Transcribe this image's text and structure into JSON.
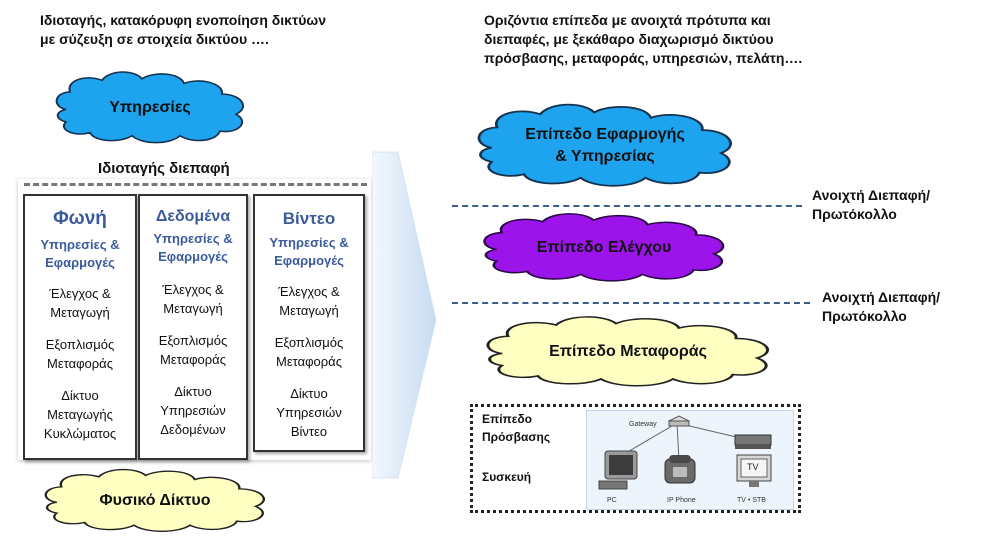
{
  "left_header": [
    "Ιδιοταγής, κατακόρυφη ενοποίηση δικτύων",
    "με σύζευξη σε στοιχεία δικτύου …."
  ],
  "right_header": [
    "Οριζόντια επίπεδα με ανοιχτά πρότυπα και",
    "διεπαφές, με ξεκάθαρο διαχωρισμό δικτύου",
    "πρόσβασης, μεταφοράς, υπηρεσιών, πελάτη…."
  ],
  "left": {
    "services_cloud": "Υπηρεσίες",
    "proprietary_interface": "Ιδιοταγής διεπαφή",
    "physical_cloud": "Φυσικό Δίκτυο",
    "columns": [
      {
        "title": "Φωνή",
        "sub": [
          "Υπηρεσίες &",
          "Εφαρμογές"
        ],
        "items": [
          [
            "Έλεγχος &",
            "Μεταγωγή"
          ],
          [
            "Εξοπλισμός",
            "Μεταφοράς"
          ],
          [
            "Δίκτυο",
            "Μεταγωγής",
            "Κυκλώματος"
          ]
        ]
      },
      {
        "title": "Δεδομένα",
        "sub": [
          "Υπηρεσίες &",
          "Εφαρμογές"
        ],
        "items": [
          [
            "Έλεγχος &",
            "Μεταγωγή"
          ],
          [
            "Εξοπλισμός",
            "Μεταφοράς"
          ],
          [
            "Δίκτυο",
            "Υπηρεσιών",
            "Δεδομένων"
          ]
        ]
      },
      {
        "title": "Βίντεο",
        "sub": [
          "Υπηρεσίες &",
          "Εφαρμογές"
        ],
        "items": [
          [
            "Έλεγχος &",
            "Μεταγωγή"
          ],
          [
            "Εξοπλισμός",
            "Μεταφοράς"
          ],
          [
            "Δίκτυο",
            "Υπηρεσιών",
            "Βίντεο"
          ]
        ]
      }
    ]
  },
  "right": {
    "app_cloud": [
      "Επίπεδο Εφαρμογής",
      "& Υπηρεσίας"
    ],
    "control_cloud": "Επίπεδο Ελέγχου",
    "transport_cloud": "Επίπεδο Μεταφοράς",
    "open_interface_1": [
      "Ανοιχτή Διεπαφή/",
      "Πρωτόκολλο"
    ],
    "open_interface_2": [
      "Ανοιχτή Διεπαφή/",
      "Πρωτόκολλο"
    ],
    "access": {
      "title": [
        "Επίπεδο",
        "Πρόσβασης"
      ],
      "device": "Συσκευή",
      "gateway": "Gateway",
      "pc": "PC",
      "ip_phone": "IP Phone",
      "tv_label": "TV",
      "tv_stb": "TV • STB"
    }
  },
  "colors": {
    "services_cloud": "#1ea3ef",
    "app_cloud": "#1ea3ef",
    "control_cloud": "#9b14ea",
    "physical_cloud": "#ffffc2",
    "transport_cloud": "#ffffc2",
    "column_title": "#3b5b9a",
    "dashed_line": "#3a5e8c",
    "arrow": "#cfe0f4"
  }
}
